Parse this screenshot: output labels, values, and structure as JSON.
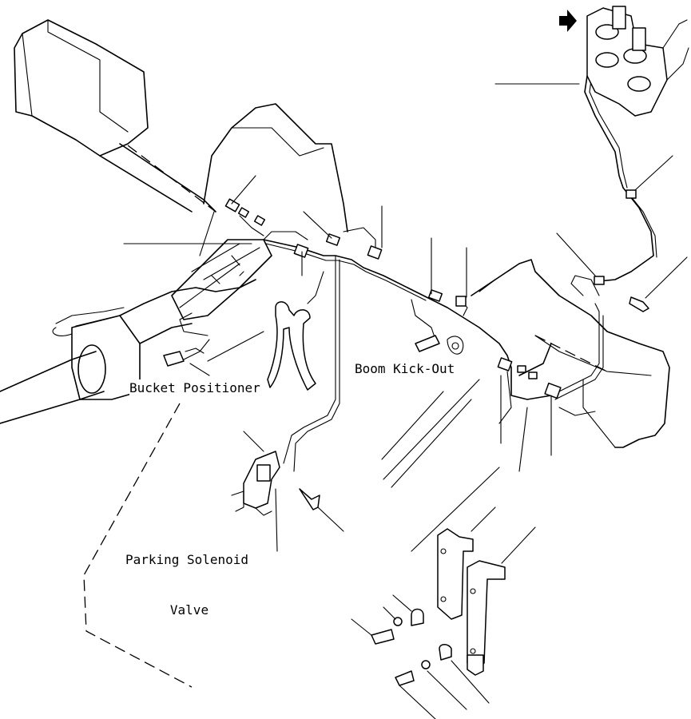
{
  "labels": {
    "bucket_positioner": "Bucket Positioner",
    "boom_kickout": "Boom Kick-Out",
    "parking_solenoid_line1": "Parking Solenoid",
    "parking_solenoid_line2": "Valve"
  },
  "icons": {
    "direction_arrow": "arrow-right-icon"
  },
  "colors": {
    "ink": "#000000",
    "paper": "#ffffff"
  }
}
